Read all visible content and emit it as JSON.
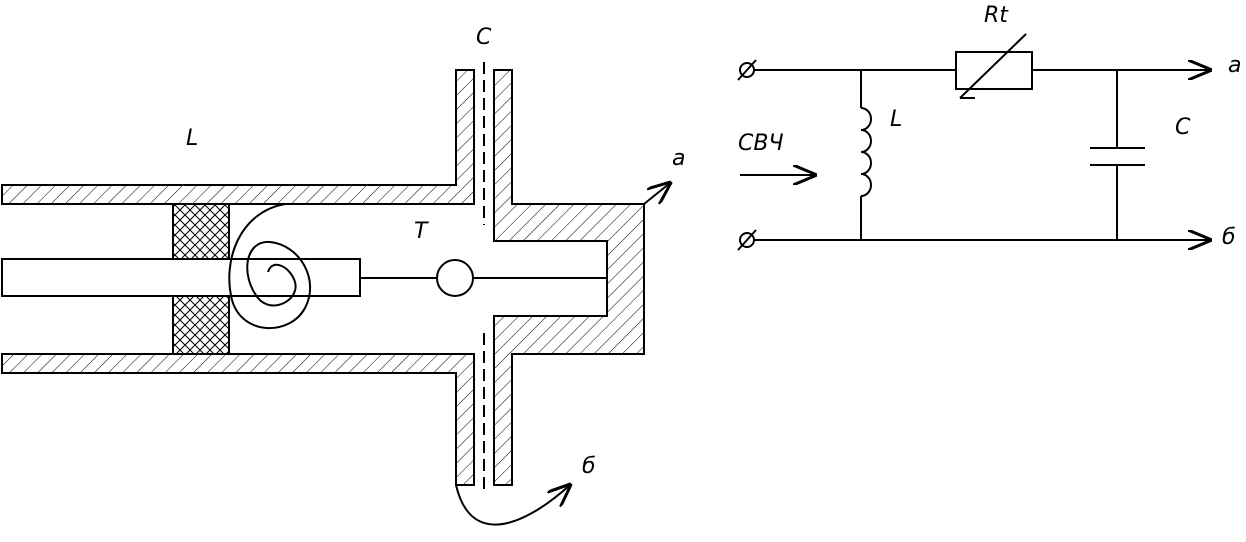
{
  "left_diagram": {
    "label_L": "L",
    "label_C": "C",
    "label_T": "T",
    "label_a": "a",
    "label_b": "б"
  },
  "right_diagram": {
    "label_R": "Rt",
    "label_L": "L",
    "label_C": "C",
    "label_input": "СВЧ",
    "label_a": "a",
    "label_b": "б"
  }
}
